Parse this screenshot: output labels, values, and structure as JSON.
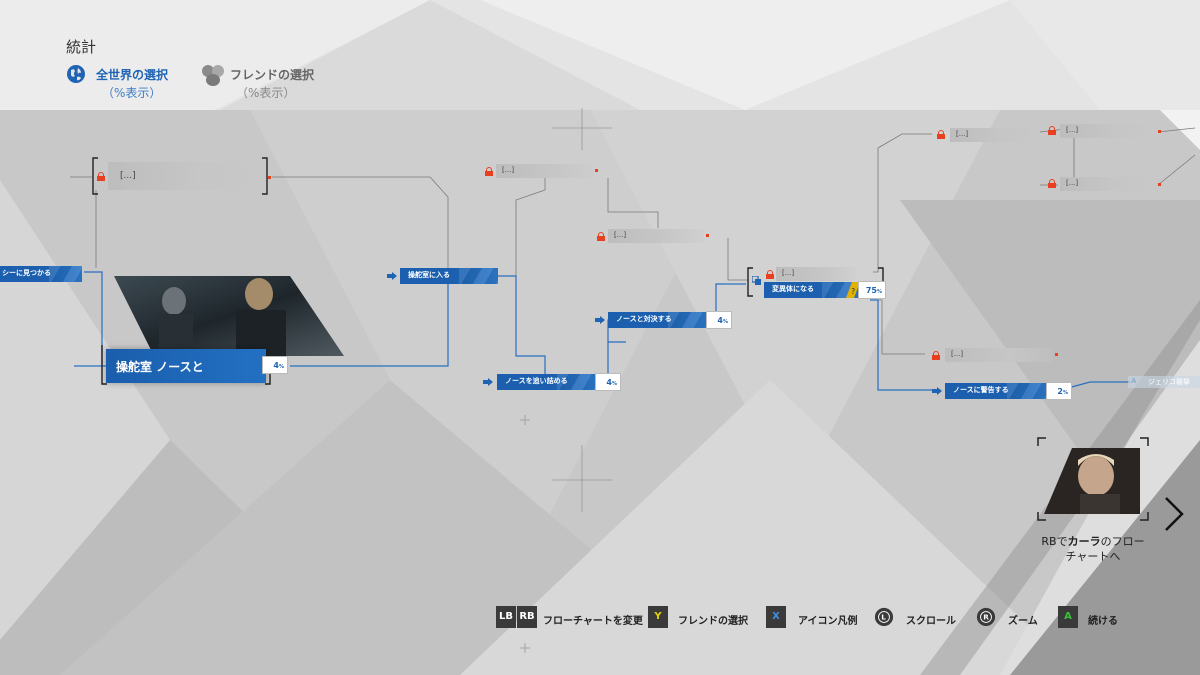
{
  "header": {
    "title": "統計",
    "world": {
      "label": "全世界の選択",
      "sub": "（%表示）",
      "icon": "globe-icon"
    },
    "friends": {
      "label": "フレンドの選択",
      "sub": "（%表示）",
      "icon": "friends-icon"
    }
  },
  "flow": {
    "locked_label": "[...]",
    "nodes": {
      "found": "シーに見つかる",
      "enter_wheelhouse": "操舵室に入る",
      "corner_north": "ノースを追い詰める",
      "confront_north": "ノースと対決する",
      "become_deviant": "変異体になる",
      "warn_north": "ノースに警告する",
      "jericho": "ジェリコ襲撃",
      "wheelhouse_north": "操舵室 ノースと"
    },
    "pct": {
      "wheelhouse_north": "4",
      "corner_north": "4",
      "confront_north": "4",
      "become_deviant": "75",
      "warn_north": "2"
    },
    "pct_unit": "%"
  },
  "next_chart": {
    "line1_pre": "RBで",
    "line1_bold": "カーラ",
    "line1_post": "のフロー",
    "line2": "チャートへ"
  },
  "footer": {
    "lb": "LB",
    "rb": "RB",
    "change_chart": "フローチャートを変更",
    "y_key": "Y",
    "friends_select": "フレンドの選択",
    "x_key": "X",
    "icon_legend": "アイコン凡例",
    "l_key": "L",
    "scroll": "スクロール",
    "r_key": "R",
    "zoom": "ズーム",
    "a_key": "A",
    "continue": "続ける"
  },
  "colors": {
    "accent": "#1f63b4",
    "lock": "#e8401f",
    "y": "#c9b400",
    "x": "#2a7bd0",
    "a": "#2faa33"
  }
}
